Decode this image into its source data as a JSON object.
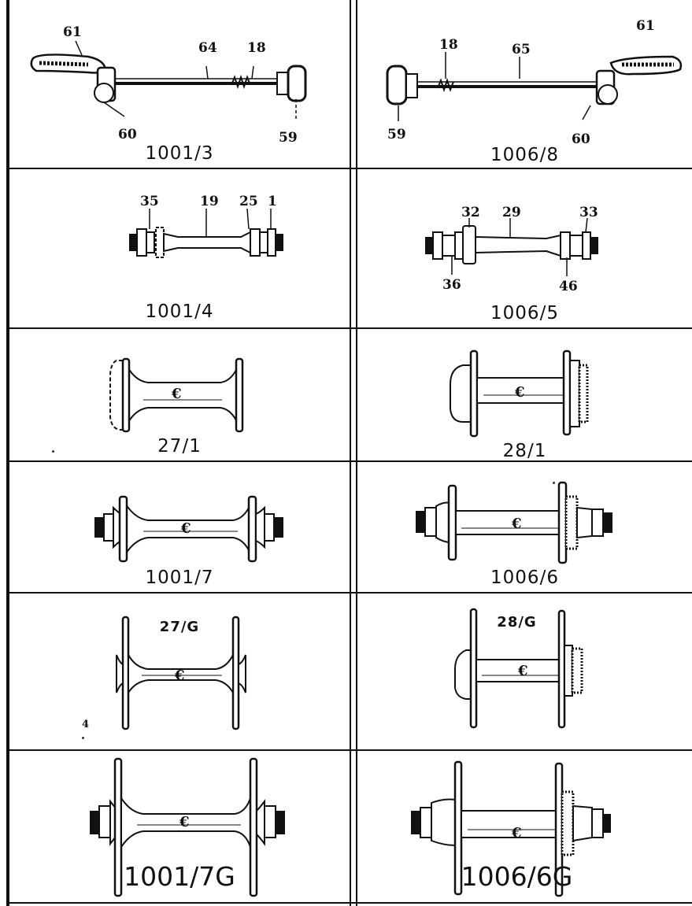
{
  "diagram": {
    "rows": [
      {
        "left": {
          "code": "1001/3",
          "parts": [
            "61",
            "64",
            "18",
            "60",
            "59"
          ]
        },
        "right": {
          "code": "1006/8",
          "parts": [
            "18",
            "65",
            "61",
            "59",
            "60"
          ]
        }
      },
      {
        "left": {
          "code": "1001/4",
          "parts": [
            "35",
            "19",
            "25",
            "1"
          ]
        },
        "right": {
          "code": "1006/5",
          "parts": [
            "32",
            "29",
            "33",
            "36",
            "46"
          ]
        }
      },
      {
        "left": {
          "code": "27/1"
        },
        "right": {
          "code": "28/1"
        }
      },
      {
        "left": {
          "code": "1001/7"
        },
        "right": {
          "code": "1006/6"
        }
      },
      {
        "left": {
          "code": "27/G"
        },
        "right": {
          "code": "28/G"
        }
      },
      {
        "left": {
          "code": "1001/7G"
        },
        "right": {
          "code": "1006/6G"
        }
      }
    ],
    "stray_mark": "4",
    "line_color": "#111111",
    "paper_color": "#ffffff"
  }
}
